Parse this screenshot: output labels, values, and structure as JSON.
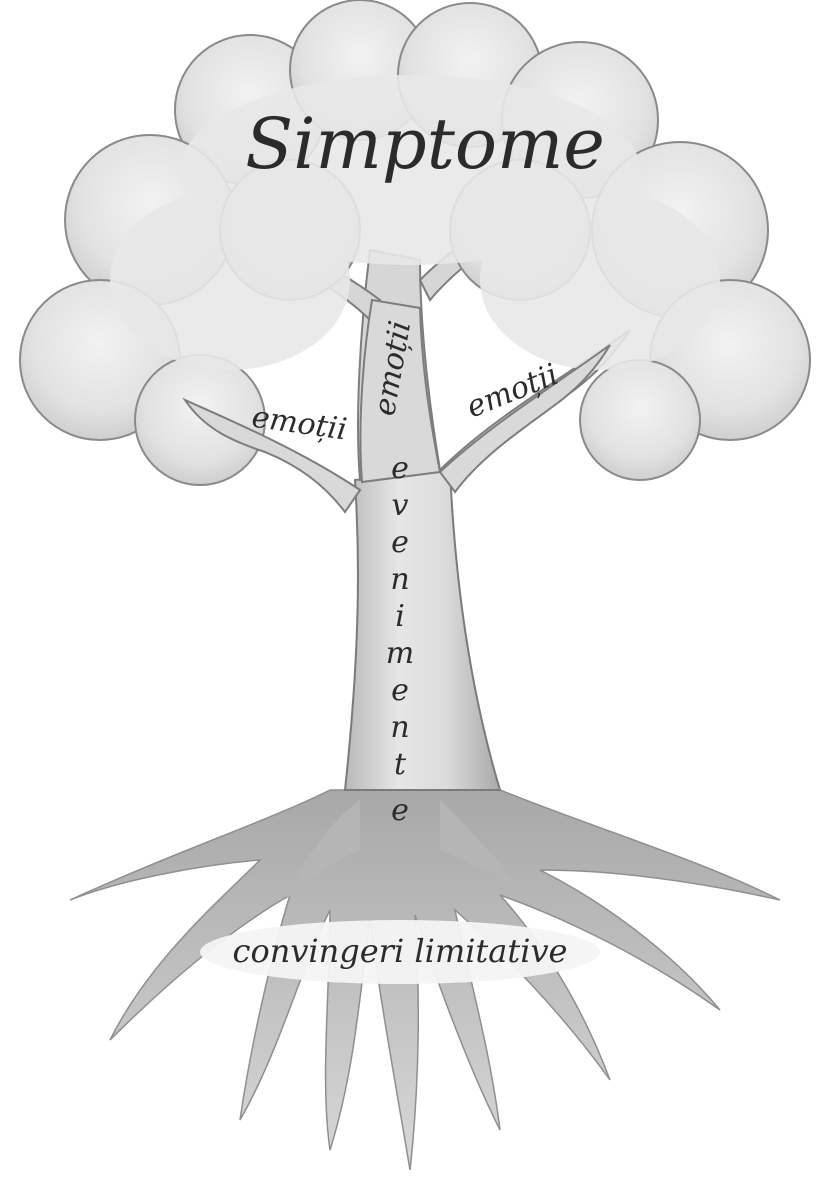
{
  "diagram": {
    "crown_label": "Simptome",
    "branch_left_label": "emoții",
    "branch_center_label": "emoții",
    "branch_right_label": "emoții",
    "trunk_label_letters": [
      "e",
      "v",
      "e",
      "n",
      "i",
      "m",
      "e",
      "n",
      "t",
      "e"
    ],
    "roots_label": "convingeri limitative"
  },
  "colors": {
    "background": "#ffffff",
    "crown_fill": "#e4e4e4",
    "crown_stroke": "#8a8a8a",
    "trunk_fill": "#cfcfcf",
    "trunk_stroke": "#7a7a7a",
    "text": "#2b2b2b"
  }
}
